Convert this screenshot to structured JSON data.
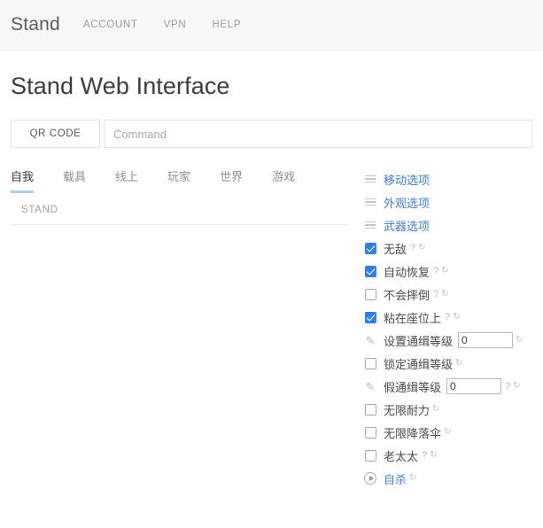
{
  "navbar": {
    "brand": "Stand",
    "links": [
      {
        "label": "ACCOUNT"
      },
      {
        "label": "VPN"
      },
      {
        "label": "HELP"
      }
    ]
  },
  "page": {
    "title": "Stand Web Interface"
  },
  "command_bar": {
    "qr_button": "QR CODE",
    "input_value": "",
    "input_placeholder": "Command"
  },
  "tabs": [
    {
      "label": "自我",
      "active": true
    },
    {
      "label": "载具",
      "active": false
    },
    {
      "label": "线上",
      "active": false
    },
    {
      "label": "玩家",
      "active": false
    },
    {
      "label": "世界",
      "active": false
    },
    {
      "label": "游戏",
      "active": false
    }
  ],
  "section_label": "STAND",
  "glyphs": {
    "help": "?",
    "refresh": "↻"
  },
  "colors": {
    "link": "#3f7fd1",
    "checkbox_checked": "#2f80ed",
    "tab_active_underline": "#a9cdf0",
    "navbar_bg": "#f7f7f7"
  },
  "options": [
    {
      "icon": "hamburger-icon",
      "label": "移动选项",
      "type": "submenu",
      "link": true,
      "help": false,
      "refresh": false
    },
    {
      "icon": "hamburger-icon",
      "label": "外观选项",
      "type": "submenu",
      "link": true,
      "help": false,
      "refresh": false
    },
    {
      "icon": "hamburger-icon",
      "label": "武器选项",
      "type": "submenu",
      "link": true,
      "help": false,
      "refresh": false
    },
    {
      "icon": "checkbox-icon",
      "label": "无敌",
      "type": "checkbox",
      "checked": true,
      "help": true,
      "refresh": true
    },
    {
      "icon": "checkbox-icon",
      "label": "自动恢复",
      "type": "checkbox",
      "checked": true,
      "help": true,
      "refresh": true
    },
    {
      "icon": "checkbox-icon",
      "label": "不会摔倒",
      "type": "checkbox",
      "checked": false,
      "help": true,
      "refresh": true
    },
    {
      "icon": "checkbox-icon",
      "label": "粘在座位上",
      "type": "checkbox",
      "checked": true,
      "help": true,
      "refresh": true
    },
    {
      "icon": "pencil-icon",
      "label": "设置通缉等级",
      "type": "number",
      "value": "0",
      "help": false,
      "refresh": true
    },
    {
      "icon": "checkbox-icon",
      "label": "锁定通缉等级",
      "type": "checkbox",
      "checked": false,
      "help": false,
      "refresh": true
    },
    {
      "icon": "pencil-icon",
      "label": "假通缉等级",
      "type": "number",
      "value": "0",
      "help": true,
      "refresh": true
    },
    {
      "icon": "checkbox-icon",
      "label": "无限耐力",
      "type": "checkbox",
      "checked": false,
      "help": false,
      "refresh": true
    },
    {
      "icon": "checkbox-icon",
      "label": "无限降落伞",
      "type": "checkbox",
      "checked": false,
      "help": false,
      "refresh": true
    },
    {
      "icon": "checkbox-icon",
      "label": "老太太",
      "type": "checkbox",
      "checked": false,
      "help": true,
      "refresh": true
    },
    {
      "icon": "play-icon",
      "label": "自杀",
      "type": "action",
      "link": true,
      "help": false,
      "refresh": true
    }
  ]
}
